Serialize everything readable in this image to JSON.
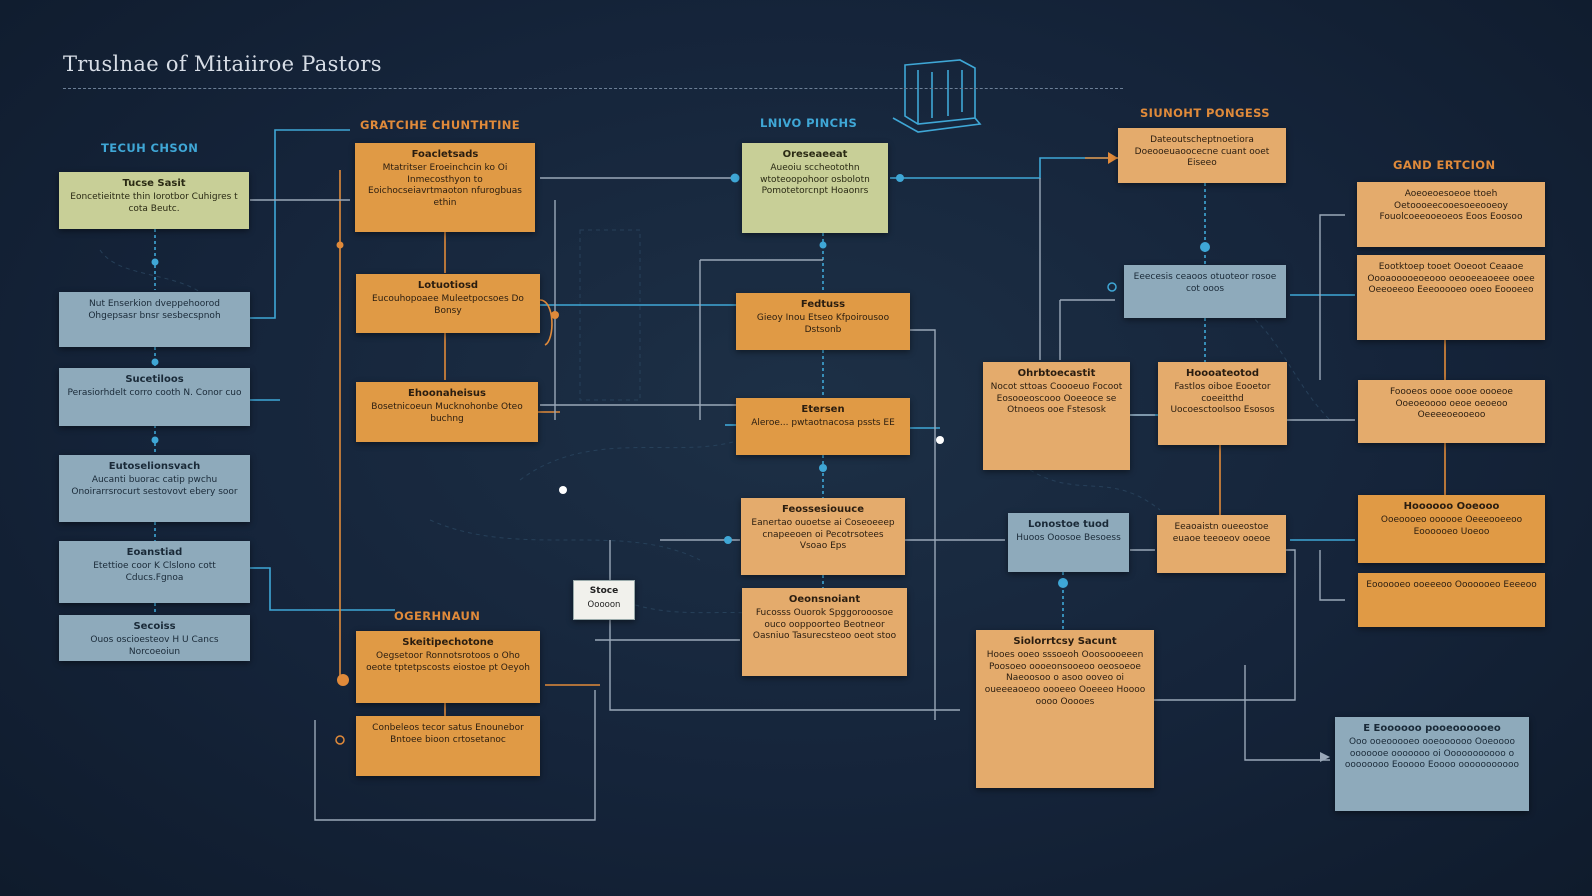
{
  "title": "Truslnae of Mitaiiroe Pastors",
  "colors": {
    "orange": "#e09a45",
    "tan": "#e4ab6c",
    "blue": "#8eaabb",
    "pale": "#c8cf97",
    "link_blue": "#3fa7d6",
    "link_orange": "#e08a3a",
    "link_gray": "#9aa8b8"
  },
  "sections": {
    "s1": "Tecuh Chson",
    "s2": "Gratcihe Chunthtine",
    "s3": "Lnivo Pinchs",
    "s4": "Siunoht Pongess",
    "s5": "Gand Ertcion",
    "s6": "Ogerhnaun"
  },
  "nodes": {
    "a1": {
      "h": "Tucse Sasit",
      "b": "Eoncetieitnte thin Iorotbor Cuhigres t cota Beutc."
    },
    "a2": {
      "h": "",
      "b": "Nut Enserkion dveppehoorod Ohgepsasr bnsr sesbecspnoh"
    },
    "a3": {
      "h": "Sucetiloos",
      "b": "Perasiorhdelt corro cooth N. Conor cuo"
    },
    "a4": {
      "h": "Eutoselionsvach",
      "b": "Aucanti buorac catip pwchu Onoirarrsrocurt sestovovt ebery soor"
    },
    "a5": {
      "h": "Eoanstiad",
      "b": "Etettioe coor K Clslono cott Cducs.Fgnoa"
    },
    "a6": {
      "h": "Secoiss",
      "b": "Ouos oscioesteov H U Cancs Norcoeoiun"
    },
    "b1": {
      "h": "Foacletsads",
      "b": "Mtatritser Eroeinchcin ko Oi Inmecosthyon to Eoichocseiavrtmaoton nfurogbuas ethin"
    },
    "b2": {
      "h": "Lotuotiosd",
      "b": "Eucouhopoaee Muleetpocsoes Do Bonsy"
    },
    "b3": {
      "h": "Ehoonaheisus",
      "b": "Bosetnicoeun Mucknohonbe Oteo buchng"
    },
    "b4": {
      "h": "Skeitipechotone",
      "b": "Oegsetoor Ronnotsrotoos o Oho oeote tptetpscosts eiostoe pt Oeyoh"
    },
    "b5": {
      "h": "",
      "b": "Conbeleos tecor satus Enounebor Bntoee bioon crtosetanoc"
    },
    "c1": {
      "h": "Oreseaeeat",
      "b": "Aueoiu sccheotothn wtoteoopohoor osbolotn Pomotetorcnpt Hoaonrs"
    },
    "c2": {
      "h": "Fedtuss",
      "b": "Gieoy Inou Etseo Kfpoirousoo Dstsonb"
    },
    "c3": {
      "h": "Etersen",
      "b": "Aleroe... pwtaotnacosa pssts EE"
    },
    "c4": {
      "h": "Feossesiouuce",
      "b": "Eanertao ouoetse ai Coseoeeep cnapeeoen oi Pecotrsotees Vsoao Eps"
    },
    "c5": {
      "h": "Oeonsnoiant",
      "b": "Fucosss Ouorok Spggorooosoe ouco ooppoorteo Beotneor Oasniuo Tasurecsteoo oeot stoo"
    },
    "d1": {
      "h": "",
      "b": "Dateoutscheptnoetiora Doeooeuaoocecne cuant ooet Eiseeo"
    },
    "d2": {
      "h": "",
      "b": "Eeecesis ceaoos otuoteor rosoe cot ooos"
    },
    "d3": {
      "h": "Ohrbtoecastit",
      "b": "Nocot sttoas Coooeuo Focoot Eosooeoscooo Ooeeoce se Otnoeos ooe Fstesosk"
    },
    "d4": {
      "h": "Hoooateotod",
      "b": "Fastlos oiboe Eooetor coeeitthd Uocoesctoolsoo Esosos"
    },
    "d5": {
      "h": "Lonostoe tuod",
      "b": "Huoos Ooosoe Besoess"
    },
    "d6": {
      "h": "",
      "b": "Eeaoaistn oueeostoe euaoe teeoeov ooeoe"
    },
    "d7": {
      "h": "Siolorrtcsy Sacunt",
      "b": "Hooes ooeo sssoeoh Ooosoooeeen Poosoeo oooeonsooeoo oeosoeoe Naeoosoo o asoo ooveo oi oueeeaoeoo oooeeo Ooeeeo Hoooo oooo Ooooes"
    },
    "e1": {
      "h": "",
      "b": "Aoeoeoesoeoe ttoeh Oetoooeecooesoeeooeoy Fouolcoeeooeoeos Eoos Eoosoo"
    },
    "e2": {
      "h": "",
      "b": "Eootktoep tooet Ooeoot Ceaaoe Oooaooooeoeooo oeooeeaoeee ooee Oeeoeeoo Eeeooooeo ooeo Eoooeeo"
    },
    "e3": {
      "h": "",
      "b": "Foooeos oooe oooe oooeoe Ooeoeoooo oeoe oeoeoo Oeeeeoeooeoo"
    },
    "e4": {
      "h": "Hoooooo Ooeooo",
      "b": "Ooeoooeo oooooe Oeeeooeeoo Eoooooeo Uoeoo"
    },
    "e5": {
      "h": "",
      "b": "Eoooooeo ooeeeoo Ooooooeo Eeeeoo"
    },
    "e6": {
      "h": "E Eoooooo pooeoooooeo",
      "b": "Ooo ooeooooeo ooeoooooo Ooeoooo ooooooe ooooooo oi Ooooooooooo o oooooooo Eooooo Eoooo ooooooooooo"
    },
    "w1": {
      "h": "Stoce",
      "b": "Ooooon"
    }
  }
}
